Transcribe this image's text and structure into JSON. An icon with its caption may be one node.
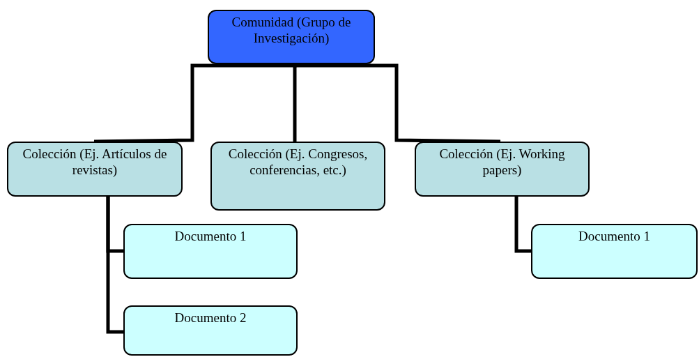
{
  "diagram": {
    "nodes": [
      {
        "text": [
          "Comunidad (Grupo de Investigación)"
        ]
      },
      {
        "text": [
          "Colección (Ej. Artículos de revistas)"
        ]
      },
      {
        "text": [
          "Colección (Ej. Congresos, conferencias, etc.)"
        ]
      },
      {
        "text": [
          "Colección (Ej. Working papers)"
        ]
      },
      {
        "text": [
          "Documento 1"
        ]
      },
      {
        "text": [
          "Documento 2"
        ]
      },
      {
        "text": [
          "Documento 1"
        ]
      }
    ],
    "edges": [
      {
        "from": 0,
        "to": 1,
        "arrow": "none"
      },
      {
        "from": 0,
        "to": 2,
        "arrow": "none"
      },
      {
        "from": 0,
        "to": 3,
        "arrow": "none"
      },
      {
        "from": 1,
        "to": 4,
        "arrow": "none"
      },
      {
        "from": 1,
        "to": 5,
        "arrow": "none"
      },
      {
        "from": 3,
        "to": 6,
        "arrow": "none"
      }
    ]
  }
}
